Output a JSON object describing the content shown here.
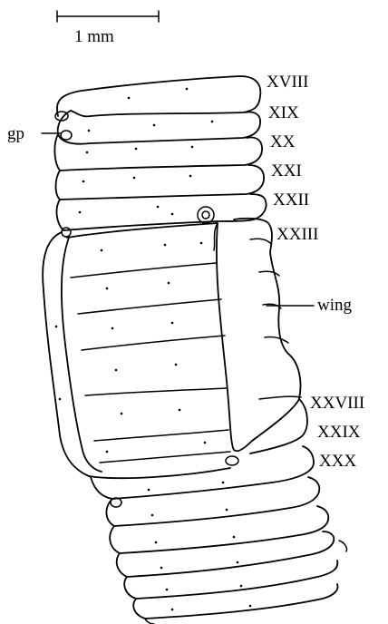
{
  "scale_bar": {
    "label": "1 mm"
  },
  "labels": {
    "gp": "gp",
    "wing": "wing",
    "segments": [
      "XVIII",
      "XIX",
      "XX",
      "XXI",
      "XXII",
      "XXIII",
      "XXVIII",
      "XXIX",
      "XXX"
    ]
  }
}
